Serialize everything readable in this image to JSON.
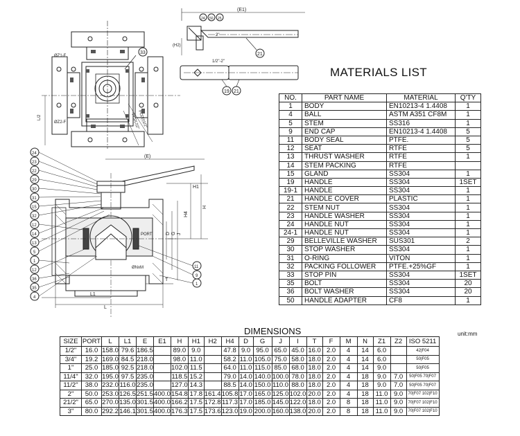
{
  "materials_title": "MATERIALS LIST",
  "materials_headers": [
    "NO.",
    "PART NAME",
    "MATERIAL",
    "Q'TY"
  ],
  "materials": [
    [
      "1",
      "BODY",
      "EN10213-4 1.4408",
      "1"
    ],
    [
      "4",
      "BALL",
      "ASTM A351 CF8M",
      "1"
    ],
    [
      "5",
      "STEM",
      "SS316",
      "1"
    ],
    [
      "9",
      "END CAP",
      "EN10213-4 1.4408",
      "5"
    ],
    [
      "11",
      "BODY SEAL",
      "PTFE.",
      "5"
    ],
    [
      "12",
      "SEAT",
      "RTFE",
      "5"
    ],
    [
      "13",
      "THRUST WASHER",
      "RTFE",
      "1"
    ],
    [
      "14",
      "STEM PACKING",
      "RTFE",
      ""
    ],
    [
      "15",
      "GLAND",
      "SS304",
      "1"
    ],
    [
      "19",
      "HANDLE",
      "SS304",
      "1SET"
    ],
    [
      "19-1",
      "HANDLE",
      "SS304",
      "1"
    ],
    [
      "21",
      "HANDLE COVER",
      "PLASTIC",
      "1"
    ],
    [
      "22",
      "STEM NUT",
      "SS304",
      "1"
    ],
    [
      "23",
      "HANDLE WASHER",
      "SS304",
      "1"
    ],
    [
      "24",
      "HANDLE NUT",
      "SS304",
      "1"
    ],
    [
      "24-1",
      "HANDLE NUT",
      "SS304",
      "1"
    ],
    [
      "29",
      "BELLEVILLE WASHER",
      "SUS301",
      "2"
    ],
    [
      "30",
      "STOP WASHER",
      "SS304",
      "1"
    ],
    [
      "31",
      "O-RING",
      "VITON",
      "1"
    ],
    [
      "32",
      "PACKING FOLLOWER",
      "PTFE.+25%GF",
      "1"
    ],
    [
      "33",
      "STOP PIN",
      "SS304",
      "1SET"
    ],
    [
      "35",
      "BOLT",
      "SS304",
      "20"
    ],
    [
      "36",
      "BOLT WASHER",
      "SS304",
      "20"
    ],
    [
      "50",
      "HANDLE ADAPTER",
      "CF8",
      "1"
    ]
  ],
  "dimensions_title": "DIMENSIONS",
  "unit_label": "unit:mm",
  "dim_headers": [
    "SIZE",
    "PORT",
    "L",
    "L1",
    "E",
    "E1",
    "H",
    "H1",
    "H2",
    "H4",
    "D",
    "G",
    "J",
    "I",
    "T",
    "F",
    "M",
    "N",
    "Z1",
    "Z2",
    "ISO 5211"
  ],
  "dimensions": [
    [
      "1/2\"",
      "16.0",
      "158.0",
      "79.6",
      "186.5",
      "",
      "89.0",
      "9.0",
      "",
      "47.8",
      "9.0",
      "95.0",
      "65.0",
      "45.0",
      "16.0",
      "2.0",
      "4",
      "14",
      "6.0",
      "",
      "42|F04"
    ],
    [
      "3/4\"",
      "19.2",
      "169.0",
      "84.5",
      "218.0",
      "",
      "98.0",
      "11.0",
      "",
      "58.2",
      "11.0",
      "105.0",
      "75.0",
      "58.0",
      "18.0",
      "2.0",
      "4",
      "14",
      "6.0",
      "",
      "50|F05"
    ],
    [
      "1\"",
      "25.0",
      "185.0",
      "92.5",
      "218.0",
      "",
      "102.0",
      "11.5",
      "",
      "64.0",
      "11.0",
      "115.0",
      "85.0",
      "68.0",
      "18.0",
      "2.0",
      "4",
      "14",
      "9.0",
      "",
      "50|F05"
    ],
    [
      "11/4\"",
      "32.0",
      "195.0",
      "97.5",
      "235.0",
      "",
      "118.5",
      "15.2",
      "",
      "79.0",
      "14.0",
      "140.0",
      "100.0",
      "78.0",
      "18.0",
      "2.0",
      "4",
      "18",
      "9.0",
      "7.0",
      "50|F05 70|F07"
    ],
    [
      "11/2\"",
      "38.0",
      "232.0",
      "116.0",
      "235.0",
      "",
      "127.0",
      "14.3",
      "",
      "88.5",
      "14.0",
      "150.0",
      "110.0",
      "88.0",
      "18.0",
      "2.0",
      "4",
      "18",
      "9.0",
      "7.0",
      "50|F05 70|F07"
    ],
    [
      "2\"",
      "50.0",
      "253.0",
      "126.5",
      "251.5",
      "400.0",
      "154.8",
      "17.8",
      "161.4",
      "105.8",
      "17.0",
      "165.0",
      "125.0",
      "102.0",
      "20.0",
      "2.0",
      "4",
      "18",
      "11.0",
      "9.0",
      "70|F07 102|F10"
    ],
    [
      "21/2\"",
      "65.0",
      "270.0",
      "135.0",
      "301.5",
      "400.0",
      "166.2",
      "17.5",
      "172.8",
      "117.3",
      "17.0",
      "185.0",
      "145.0",
      "122.0",
      "18.0",
      "2.0",
      "8",
      "18",
      "11.0",
      "9.0",
      "70|F07 102|F10"
    ],
    [
      "3\"",
      "80.0",
      "292.2",
      "146.1",
      "301.5",
      "400.0",
      "176.3",
      "17.5",
      "173.6",
      "123.0",
      "19.0",
      "200.0",
      "160.0",
      "138.0",
      "20.0",
      "2.0",
      "8",
      "18",
      "11.0",
      "9.0",
      "70|F07 102|F10"
    ]
  ],
  "drawing_labels": {
    "balloons_left": [
      "24",
      "23",
      "22",
      "29",
      "30",
      "31",
      "15",
      "32",
      "12",
      "14",
      "13",
      "5",
      "1",
      "4",
      "21",
      "36",
      "35",
      "33",
      "50",
      "19",
      "11",
      "9"
    ],
    "dims": [
      "(E1)",
      "(H2)",
      "2\"",
      "1/2\"-2\"",
      "(E)",
      "H1",
      "H4",
      "H",
      "D",
      "G",
      "J",
      "PORT",
      "ØNxM",
      "T",
      "L1",
      "L",
      "L/2",
      "ØZ1-F",
      "ØZ2-F",
      "PCD(I)1/2\"",
      "PCD(J)2\""
    ]
  }
}
